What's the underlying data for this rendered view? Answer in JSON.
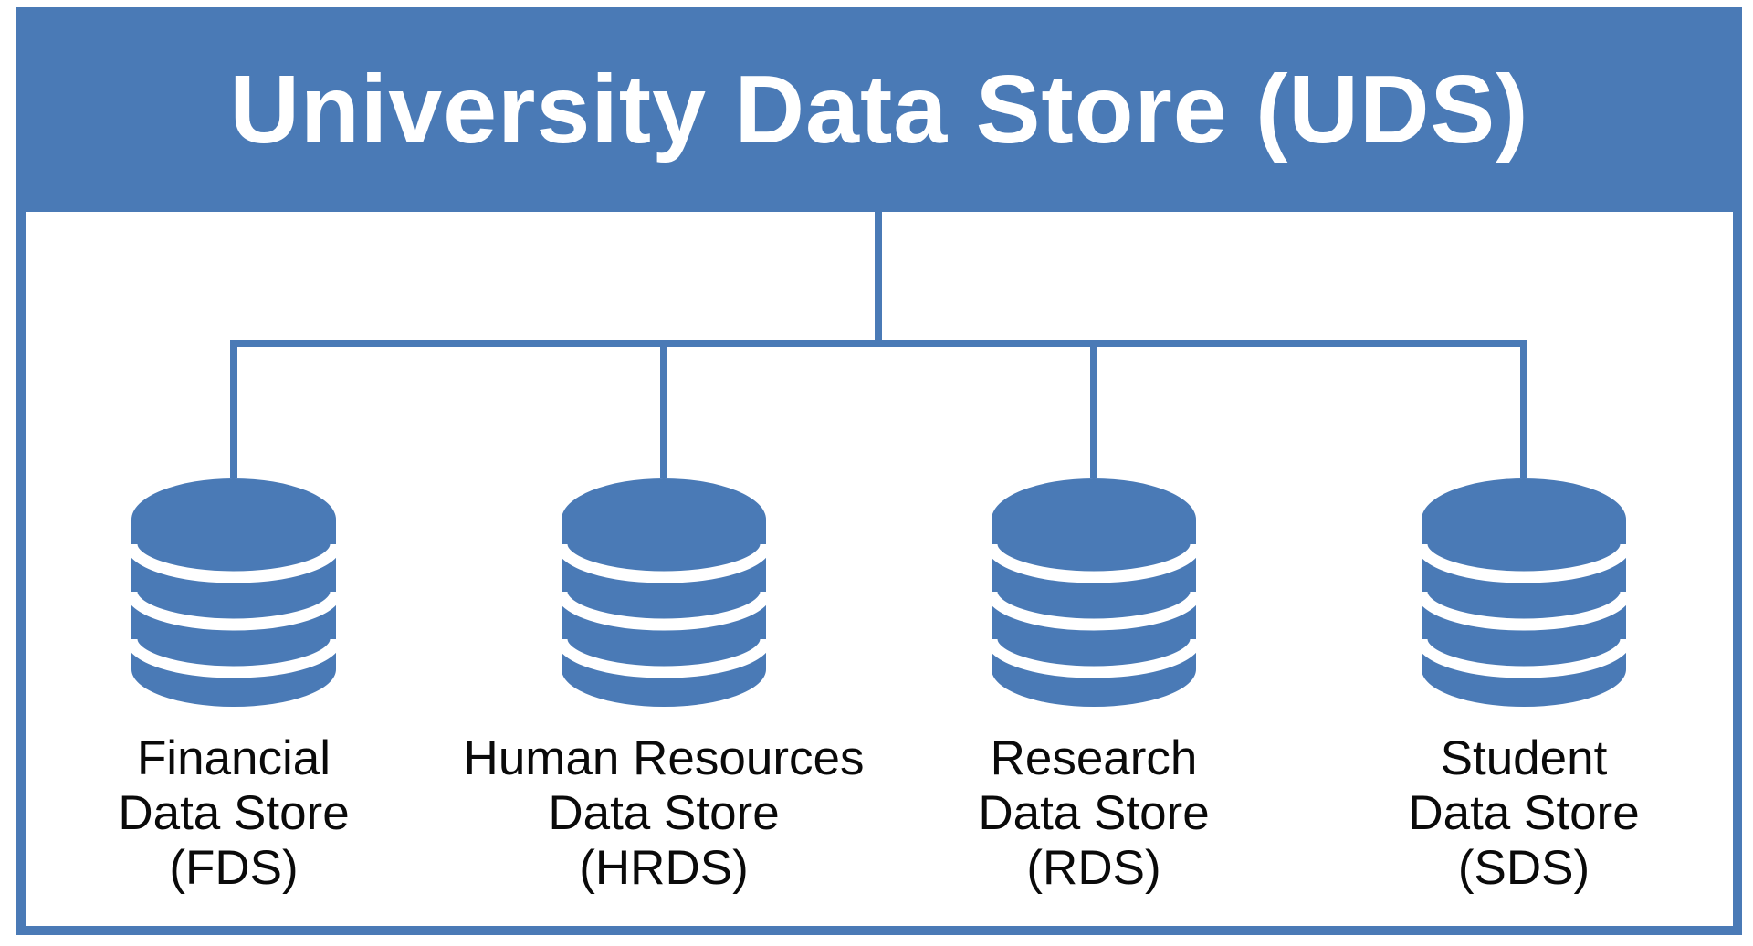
{
  "diagram": {
    "title": "University Data Store (UDS)",
    "colors": {
      "primary_blue": "#4A7AB6",
      "title_text": "#FFFFFF",
      "label_text": "#0A0A0A",
      "background": "#FFFFFF"
    },
    "children": [
      {
        "id": "fds",
        "abbr": "FDS",
        "label": "Financial\nData Store\n(FDS)"
      },
      {
        "id": "hrds",
        "abbr": "HRDS",
        "label": "Human Resources\nData Store\n(HRDS)"
      },
      {
        "id": "rds",
        "abbr": "RDS",
        "label": "Research\nData Store\n(RDS)"
      },
      {
        "id": "sds",
        "abbr": "SDS",
        "label": "Student\nData Store\n(SDS)"
      }
    ]
  }
}
